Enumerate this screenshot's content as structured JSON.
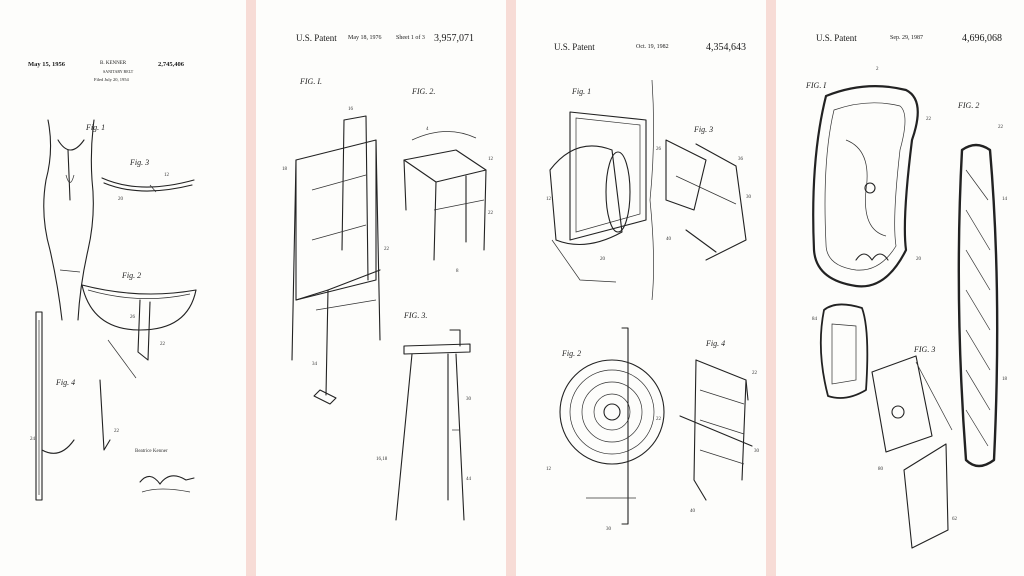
{
  "sheets": [
    {
      "date": "May 15, 1956",
      "inventor": "B. KENNER",
      "patent_no": "2,745,406",
      "title": "SANITARY BELT",
      "filed": "Filed July 20, 1954",
      "figures": [
        "Fig. 1",
        "Fig. 3",
        "Fig. 2",
        "Fig. 4"
      ],
      "signature_caption": "Beatrice Kenner"
    },
    {
      "header": "U.S. Patent",
      "date": "May 18, 1976",
      "sheet": "Sheet 1 of 3",
      "patent_no": "3,957,071",
      "figures": [
        "FIG. I.",
        "FIG. 2.",
        "FIG. 3."
      ]
    },
    {
      "header": "U.S. Patent",
      "date": "Oct. 19, 1982",
      "patent_no": "4,354,643",
      "figures": [
        "Fig. 1",
        "Fig. 3",
        "Fig. 2",
        "Fig. 4"
      ]
    },
    {
      "header": "U.S. Patent",
      "date": "Sep. 29, 1987",
      "patent_no": "4,696,068",
      "figures": [
        "FIG. I",
        "FIG. 2",
        "FIG. 3"
      ]
    }
  ]
}
